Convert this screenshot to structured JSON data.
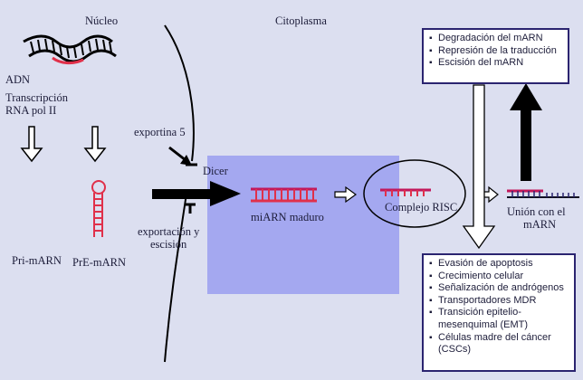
{
  "labels": {
    "nucleo": "Núcleo",
    "citoplasma": "Citoplasma",
    "adn": "ADN",
    "transcripcion": [
      "Transcripción",
      "RNA pol II"
    ],
    "exportina": "exportina 5",
    "dicer": "Dicer",
    "exportacion": [
      "exportación y",
      "escisión"
    ],
    "pri_marn": "Pri-mARN",
    "pre_marn": "PrE-mARN",
    "miarn_maduro": "miARN maduro",
    "complejo_risc": "Complejo RISC",
    "union": [
      "Unión con el",
      "mARN"
    ]
  },
  "top_box": {
    "items": [
      "Degradación del mARN",
      "Represión de la traducción",
      "Escisión del mARN"
    ]
  },
  "bottom_box": {
    "items": [
      [
        "Evasión de apoptosis"
      ],
      [
        "Crecimiento celular"
      ],
      [
        "Señalización de andrógenos"
      ],
      [
        "Transportadores MDR"
      ],
      [
        "Transición epitelio-",
        "mesenquimal (EMT)"
      ],
      [
        "Células madre del cáncer",
        "(CSCs)"
      ]
    ]
  },
  "colors": {
    "background": "#dcdff0",
    "shade": "#a4a8f0",
    "box_border": "#2b2470",
    "rna_red": "#e0304a",
    "strand_dark": "#111122",
    "arrow_black": "#000000"
  },
  "icons": {
    "bullet": "▪"
  }
}
